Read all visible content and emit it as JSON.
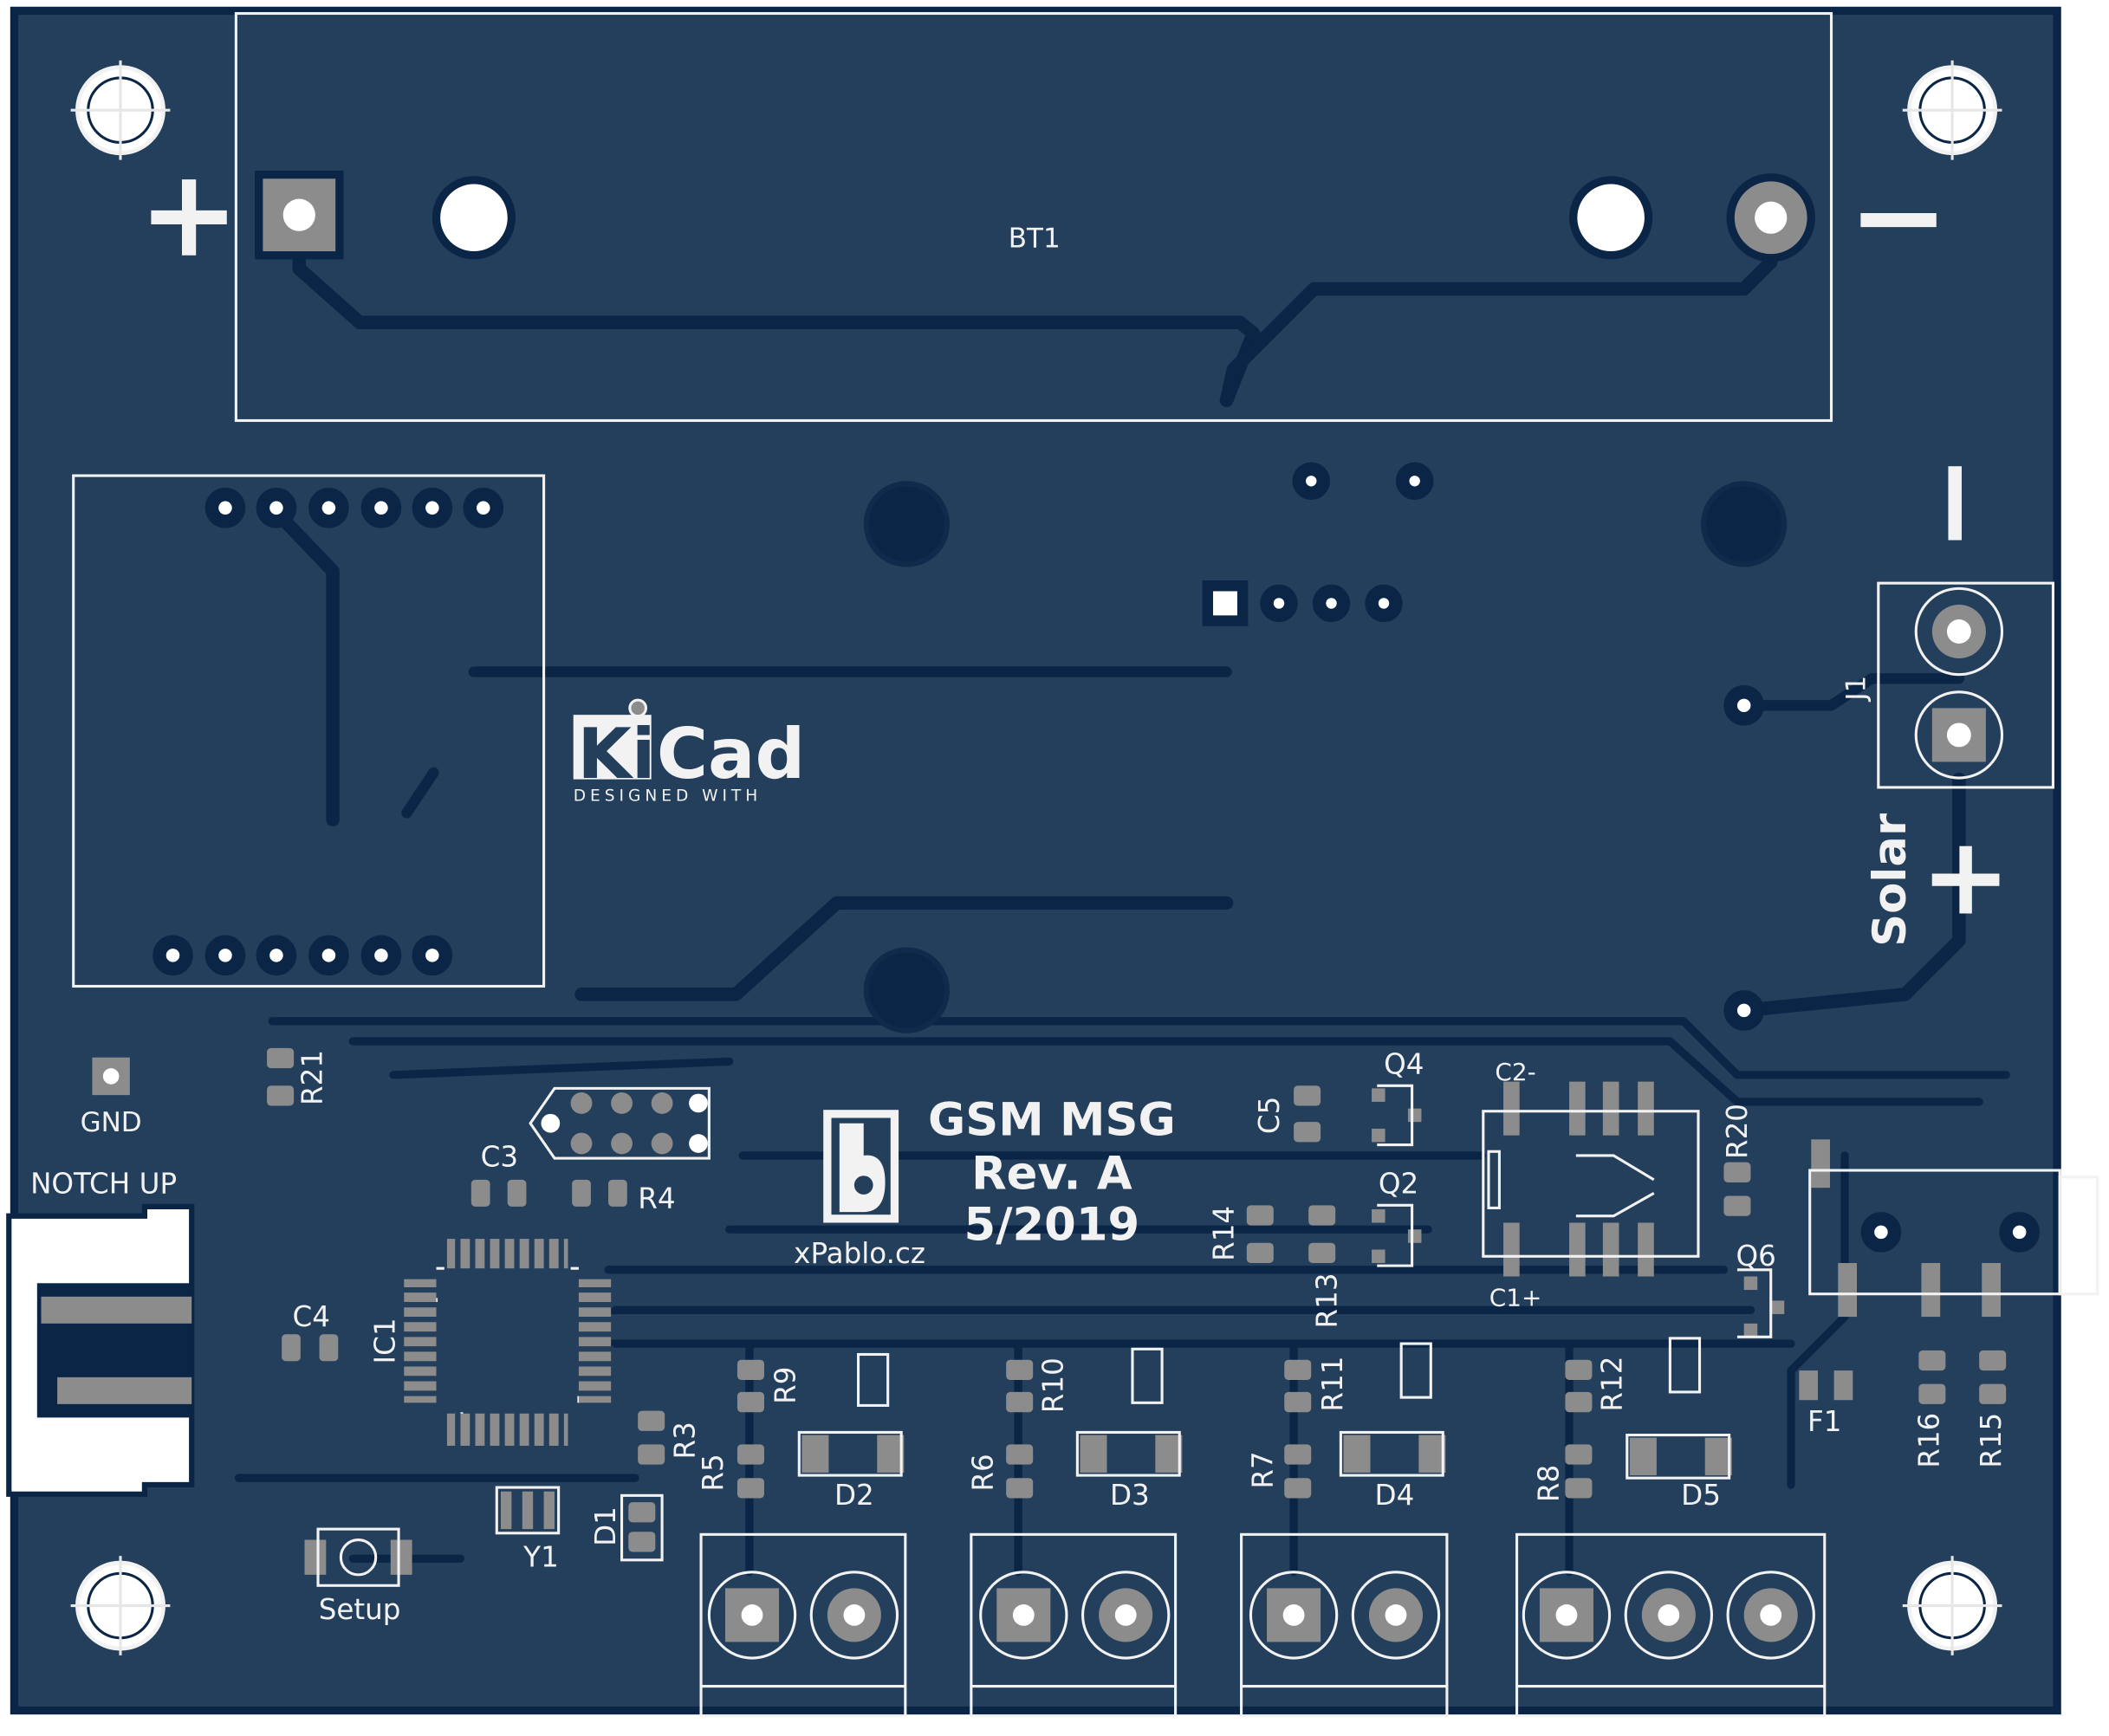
{
  "board": {
    "colors": {
      "board": "#243f5c",
      "copper": "#0a2546",
      "pad": "#8c8c8c",
      "silk": "#f2f2f2",
      "background": "#ffffff"
    },
    "battery": {
      "ref": "BT1",
      "plus": "+",
      "minus": "−"
    },
    "solar_connector": {
      "ref": "J1",
      "label": "Solar",
      "plus": "+",
      "minus": "−"
    },
    "logo": {
      "name": "KiCad",
      "tagline": "DESIGNED WITH"
    },
    "title": {
      "line1": "GSM MSG",
      "line2": "Rev. A",
      "line3": "5/2019",
      "author": "xPablo.cz"
    },
    "labels": {
      "gnd": "GND",
      "notch": "NOTCH UP",
      "setup": "Setup",
      "c3": "C3",
      "r4": "R4",
      "c4": "C4",
      "ic1": "IC1",
      "r21": "R21",
      "y1": "Y1",
      "d1": "D1",
      "r3": "R3",
      "r5": "R5",
      "r9": "R9",
      "d2": "D2",
      "r6": "R6",
      "r10": "R10",
      "d3": "D3",
      "r7": "R7",
      "r11": "R11",
      "d4": "D4",
      "r8": "R8",
      "r12": "R12",
      "d5": "D5",
      "r13": "R13",
      "r14": "R14",
      "q2": "Q2",
      "q4": "Q4",
      "c5": "C5",
      "c2": "C2-",
      "c1": "C1+",
      "r20": "R20",
      "q6": "Q6",
      "f1": "F1",
      "r16": "R16",
      "r15": "R15"
    }
  }
}
